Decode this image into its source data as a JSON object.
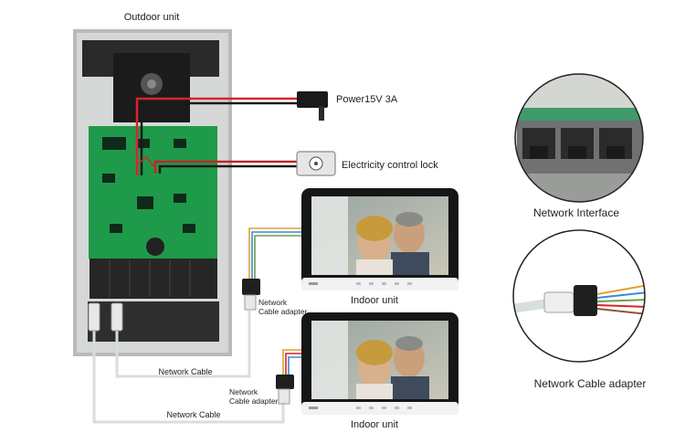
{
  "labels": {
    "outdoor_unit": "Outdoor unit",
    "power": "Power15V 3A",
    "lock": "Electricity control lock",
    "indoor_unit_1": "Indoor unit",
    "indoor_unit_2": "Indoor unit",
    "network_interface": "Network Interface",
    "network_cable_adapter": "Network Cable adapter",
    "adapter_1_line1": "Network",
    "adapter_1_line2": "Cable adapter",
    "adapter_2_line1": "Network",
    "adapter_2_line2": "Cable adapter",
    "network_cable_1": "Network Cable",
    "network_cable_2": "Network Cable"
  },
  "colors": {
    "power_wire": "#d9242b",
    "lock_wire": "#c0262d",
    "black_wire": "#1a1a1a",
    "pcb_green": "#1e9a4a",
    "network_cable": "#d8dde0",
    "monitor_bezel": "#161616"
  }
}
